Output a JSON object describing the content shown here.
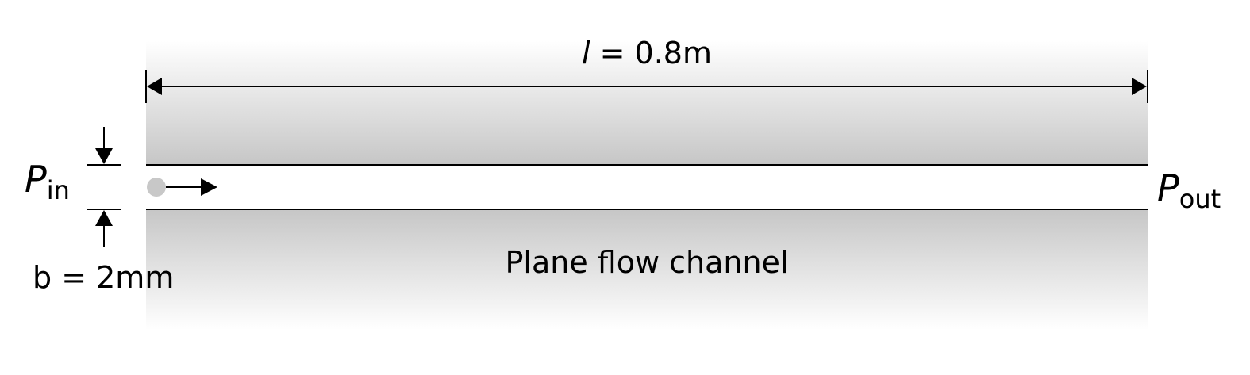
{
  "diagram": {
    "length_label": {
      "symbol": "l",
      "rest": " = 0.8m"
    },
    "inlet_pressure": {
      "symbol": "P",
      "subscript": "in"
    },
    "outlet_pressure": {
      "symbol": "P",
      "subscript": "out"
    },
    "gap_label": "b = 2mm",
    "channel_label": "Plane flow channel",
    "colors": {
      "line": "#000000",
      "wall_shade": "#c8c8c8",
      "particle": "#c8c8c8",
      "background": "#ffffff"
    }
  }
}
